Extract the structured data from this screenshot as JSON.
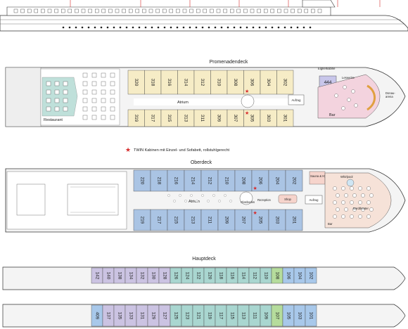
{
  "decks": {
    "promenade": {
      "title": "Promenadendeck",
      "labels": {
        "restaurant": "Restaurant",
        "atrium": "Atrium",
        "aufzug": "Aufzug",
        "bar": "Bar",
        "leseecke": "Leseecke",
        "eignerkabine": "Eignerkabine",
        "eigner_number": "444",
        "donauarena": "Donau-\narena"
      },
      "top_cabins": [
        "320",
        "318",
        "316",
        "314",
        "312",
        "310",
        "308",
        "306",
        "304",
        "302"
      ],
      "bottom_cabins": [
        "319",
        "317",
        "315",
        "313",
        "311",
        "309",
        "307",
        "305",
        "303",
        "301"
      ],
      "twin_cabins": [
        "306",
        "305"
      ]
    },
    "legend": {
      "star_glyph": "★",
      "text": "TWIN Kabinen mit Einzel- und Sofabett, rollstuhlgerecht"
    },
    "ober": {
      "title": "Oberdeck",
      "labels": {
        "atrium": "Atrium",
        "glasboden": "Glasboden",
        "rezeption": "Rezeption",
        "shop": "Shop",
        "aufzug": "Aufzug",
        "sauna": "Sauna & Hydrojet",
        "whirlpool": "Whirlpool",
        "bordtheater": "Bordtheater",
        "bar": "Bar"
      },
      "top_cabins": [
        "220",
        "218",
        "216",
        "214",
        "212",
        "210",
        "208",
        "206",
        "204",
        "202"
      ],
      "bottom_cabins": [
        "219",
        "217",
        "215",
        "213",
        "211",
        "209",
        "207",
        "205",
        "203",
        "201"
      ],
      "twin_cabins": [
        "206",
        "205"
      ]
    },
    "haupt": {
      "title": "Hauptdeck",
      "top_cabins": [
        "142",
        "140",
        "138",
        "134",
        "132",
        "130",
        "128",
        "126",
        "124",
        "122",
        "120",
        "118",
        "116",
        "114",
        "112",
        "110",
        "108",
        "106",
        "104",
        "102"
      ],
      "bottom_cabins": [
        "409",
        "137",
        "135",
        "133",
        "131",
        "129",
        "127",
        "125",
        "123",
        "121",
        "119",
        "117",
        "115",
        "113",
        "111",
        "109",
        "107",
        "105",
        "103",
        "101"
      ]
    }
  },
  "colors": {
    "cabin_300": "#f6ecc6",
    "cabin_200": "#aac4e4",
    "cabin_100_purple": "#cbc3e2",
    "cabin_100_teal": "#a9d6d0",
    "cabin_100_green": "#b5dc9c",
    "cabin_100_blue": "#a8c8ea",
    "cabin_owner": "#c8c6ea",
    "bar_pink": "#f3d3de",
    "theater": "#f6e2d8",
    "restaurant": "#bfe0da",
    "star": "#d62b2b",
    "hull": "#f4f4f4",
    "outline": "#333333"
  }
}
